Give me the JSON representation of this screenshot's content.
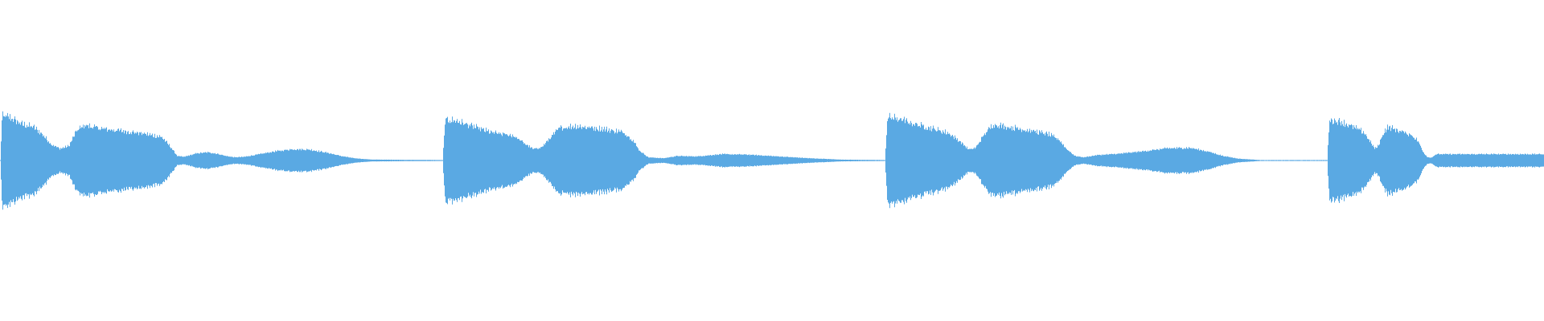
{
  "waveform": {
    "color": "#5aa9e3",
    "background": "#ffffff",
    "segments": [
      {
        "envelope": [
          [
            0.0,
            0.0
          ],
          [
            0.004,
            0.98
          ],
          [
            0.02,
            0.96
          ],
          [
            0.05,
            0.8
          ],
          [
            0.075,
            0.74
          ],
          [
            0.095,
            0.58
          ],
          [
            0.115,
            0.36
          ],
          [
            0.135,
            0.26
          ],
          [
            0.155,
            0.32
          ],
          [
            0.172,
            0.65
          ],
          [
            0.19,
            0.78
          ],
          [
            0.23,
            0.7
          ],
          [
            0.27,
            0.66
          ],
          [
            0.32,
            0.6
          ],
          [
            0.365,
            0.52
          ],
          [
            0.385,
            0.3
          ],
          [
            0.4,
            0.1
          ],
          [
            0.415,
            0.08
          ],
          [
            0.445,
            0.16
          ],
          [
            0.47,
            0.18
          ],
          [
            0.49,
            0.15
          ],
          [
            0.51,
            0.1
          ],
          [
            0.53,
            0.07
          ],
          [
            0.55,
            0.08
          ],
          [
            0.575,
            0.12
          ],
          [
            0.62,
            0.2
          ],
          [
            0.66,
            0.25
          ],
          [
            0.7,
            0.24
          ],
          [
            0.74,
            0.17
          ],
          [
            0.77,
            0.1
          ],
          [
            0.8,
            0.05
          ],
          [
            0.84,
            0.02
          ],
          [
            1.0,
            0.01
          ]
        ],
        "duration": 1
      },
      {
        "envelope": [
          [
            0.0,
            0.0
          ],
          [
            0.006,
            0.9
          ],
          [
            0.03,
            0.88
          ],
          [
            0.06,
            0.78
          ],
          [
            0.11,
            0.62
          ],
          [
            0.16,
            0.55
          ],
          [
            0.185,
            0.38
          ],
          [
            0.205,
            0.25
          ],
          [
            0.225,
            0.3
          ],
          [
            0.245,
            0.52
          ],
          [
            0.265,
            0.72
          ],
          [
            0.3,
            0.76
          ],
          [
            0.36,
            0.7
          ],
          [
            0.41,
            0.62
          ],
          [
            0.43,
            0.45
          ],
          [
            0.445,
            0.22
          ],
          [
            0.465,
            0.07
          ],
          [
            0.5,
            0.05
          ],
          [
            0.53,
            0.1
          ],
          [
            0.575,
            0.09
          ],
          [
            0.63,
            0.14
          ],
          [
            0.69,
            0.13
          ],
          [
            0.76,
            0.09
          ],
          [
            0.83,
            0.05
          ],
          [
            0.9,
            0.02
          ],
          [
            1.0,
            0.01
          ]
        ],
        "duration": 0.94
      },
      {
        "envelope": [
          [
            0.0,
            0.0
          ],
          [
            0.006,
            0.96
          ],
          [
            0.03,
            0.92
          ],
          [
            0.07,
            0.8
          ],
          [
            0.11,
            0.7
          ],
          [
            0.145,
            0.6
          ],
          [
            0.17,
            0.42
          ],
          [
            0.19,
            0.24
          ],
          [
            0.205,
            0.28
          ],
          [
            0.225,
            0.58
          ],
          [
            0.245,
            0.8
          ],
          [
            0.28,
            0.74
          ],
          [
            0.33,
            0.66
          ],
          [
            0.37,
            0.58
          ],
          [
            0.395,
            0.45
          ],
          [
            0.41,
            0.26
          ],
          [
            0.43,
            0.1
          ],
          [
            0.45,
            0.07
          ],
          [
            0.48,
            0.12
          ],
          [
            0.53,
            0.15
          ],
          [
            0.58,
            0.2
          ],
          [
            0.64,
            0.27
          ],
          [
            0.69,
            0.28
          ],
          [
            0.73,
            0.2
          ],
          [
            0.765,
            0.1
          ],
          [
            0.8,
            0.04
          ],
          [
            0.85,
            0.01
          ],
          [
            1.0,
            0.01
          ]
        ],
        "duration": 1.0
      },
      {
        "envelope": [
          [
            0.0,
            0.0
          ],
          [
            0.01,
            0.9
          ],
          [
            0.06,
            0.86
          ],
          [
            0.12,
            0.74
          ],
          [
            0.17,
            0.62
          ],
          [
            0.2,
            0.4
          ],
          [
            0.22,
            0.26
          ],
          [
            0.235,
            0.32
          ],
          [
            0.26,
            0.62
          ],
          [
            0.28,
            0.74
          ],
          [
            0.33,
            0.66
          ],
          [
            0.39,
            0.56
          ],
          [
            0.42,
            0.42
          ],
          [
            0.44,
            0.2
          ],
          [
            0.46,
            0.08
          ],
          [
            0.48,
            0.06
          ],
          [
            0.495,
            0.12
          ],
          [
            0.505,
            0.14
          ]
        ],
        "duration": 0.5
      }
    ]
  }
}
